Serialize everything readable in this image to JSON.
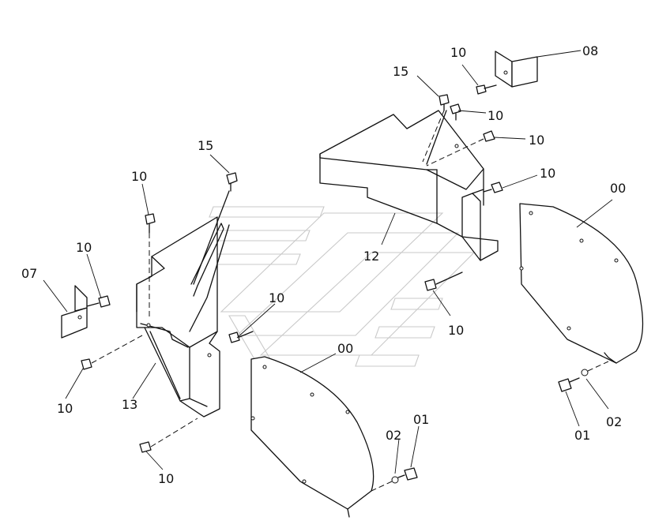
{
  "callouts": {
    "p00_right": "00",
    "p00_center": "00",
    "p01_right": "01",
    "p01_center": "01",
    "p02_right": "02",
    "p02_center": "02",
    "p07": "07",
    "p08": "08",
    "p10_top_a": "10",
    "p10_top_b": "10",
    "p10_top_c": "10",
    "p10_top_d": "10",
    "p10_left_top": "10",
    "p10_left_07": "10",
    "p10_left_bottom": "10",
    "p10_bottom": "10",
    "p10_mid": "10",
    "p10_center": "10",
    "p12": "12",
    "p13": "13",
    "p15_top": "15",
    "p15_left": "15"
  }
}
